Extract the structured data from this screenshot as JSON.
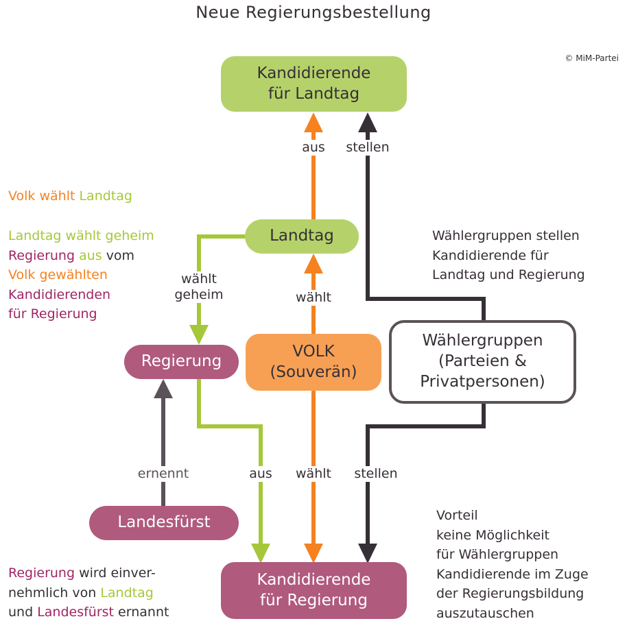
{
  "title": "Neue Regierungsbestellung",
  "copyright": "© MiM-Partei",
  "colors": {
    "green": "#b5d26a",
    "green_line": "#a6c739",
    "orange": "#f7a054",
    "orange_line": "#f5821f",
    "purple": "#b05a7d",
    "dark": "#362f36",
    "gray": "#5a5258"
  },
  "nodes": {
    "kandidierende_landtag": [
      "Kandidierende",
      "für Landtag"
    ],
    "landtag": [
      "Landtag"
    ],
    "regierung": [
      "Regierung"
    ],
    "volk": [
      "VOLK",
      "(Souverän)"
    ],
    "waehlergruppen": [
      "Wählergruppen",
      "(Parteien &",
      "Privatpersonen)"
    ],
    "landesfuerst": [
      "Landesfürst"
    ],
    "kandidierende_regierung": [
      "Kandidierende",
      "für Regierung"
    ]
  },
  "edge_labels": {
    "aus_top": "aus",
    "stellen_top": "stellen",
    "waehlt_geheim": [
      "wählt",
      "geheim"
    ],
    "waehlt_mid": "wählt",
    "ernennt": "ernennt",
    "aus_bottom": "aus",
    "waehlt_bottom": "wählt",
    "stellen_bottom": "stellen"
  },
  "notes": {
    "volk_waehlt": [
      {
        "text": "Volk wählt ",
        "color": "orange"
      },
      {
        "text": "Landtag",
        "color": "green"
      }
    ],
    "landtag_waehlt": [
      [
        {
          "text": "Landtag wählt geheim",
          "color": "green"
        }
      ],
      [
        {
          "text": "Regierung ",
          "color": "purple"
        },
        {
          "text": "aus ",
          "color": "green"
        },
        {
          "text": "vom",
          "color": "dark"
        }
      ],
      [
        {
          "text": "Volk gewählten",
          "color": "orange"
        }
      ],
      [
        {
          "text": "Kandidierenden",
          "color": "purple"
        }
      ],
      [
        {
          "text": "für Regierung",
          "color": "purple"
        }
      ]
    ],
    "waehlergruppen_stellen": [
      "Wählergruppen stellen",
      "Kandidierende für",
      "Landtag und Regierung"
    ],
    "regierung_ernannt": [
      [
        {
          "text": "Regierung ",
          "color": "purple"
        },
        {
          "text": "wird einver-",
          "color": "dark"
        }
      ],
      [
        {
          "text": "nehmlich von ",
          "color": "dark"
        },
        {
          "text": "Landtag",
          "color": "green"
        }
      ],
      [
        {
          "text": "und ",
          "color": "dark"
        },
        {
          "text": "Landesfürst ",
          "color": "purple"
        },
        {
          "text": "ernannt",
          "color": "dark"
        }
      ]
    ],
    "vorteil": [
      "Vorteil",
      "keine Möglichkeit",
      "für Wählergruppen",
      "Kandidierende im Zuge",
      "der Regierungsbildung",
      "auszutauschen"
    ]
  }
}
